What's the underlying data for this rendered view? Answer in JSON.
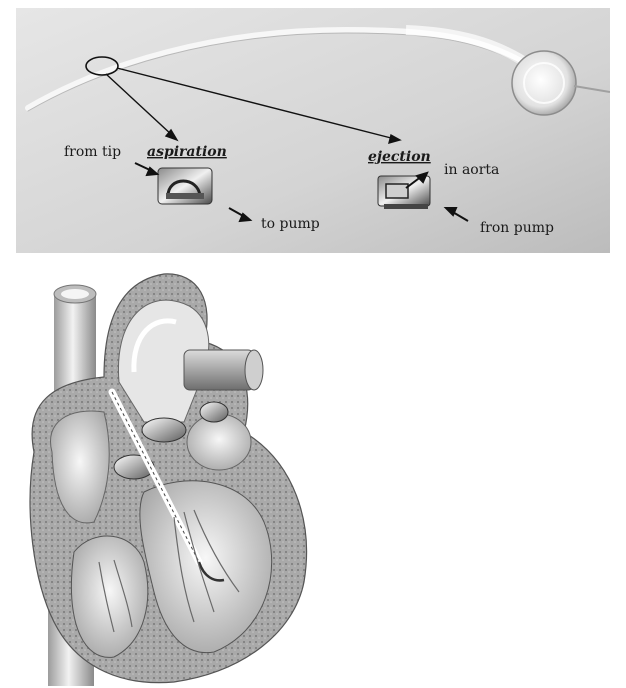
{
  "photo": {
    "labels": {
      "from_tip": "from tip",
      "aspiration": "aspiration",
      "to_pump": "to pump",
      "ejection": "ejection",
      "in_aorta": "in aorta",
      "fron_pump": "fron pump"
    }
  }
}
